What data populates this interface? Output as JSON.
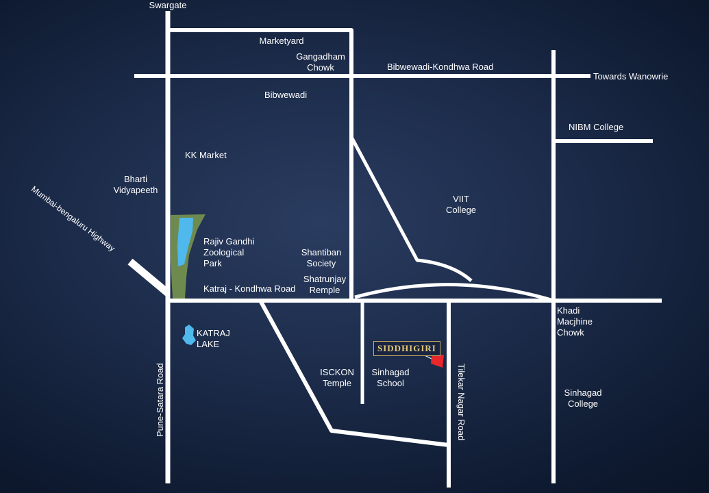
{
  "places": {
    "swargate": "Swargate",
    "marketyard": "Marketyard",
    "gangadham_chowk": [
      "Gangadham",
      "Chowk"
    ],
    "bibwewadi_kondhwa_road": "Bibwewadi-Kondhwa Road",
    "towards_wanowrie": "Towards Wanowrie",
    "bibwewadi": "Bibwewadi",
    "nibm_college": "NIBM College",
    "kk_market": "KK Market",
    "bharti_vidyapeeth": [
      "Bharti",
      "Vidyapeeth"
    ],
    "mumbai_bengaluru_highway": "Mumbai-bengaluru Highway",
    "viit_college": [
      "VIIT",
      "College"
    ],
    "rajiv_gandhi_park": [
      "Rajiv Gandhi",
      "Zoological",
      "Park"
    ],
    "shantiban_society": [
      "Shantiban",
      "Society"
    ],
    "shatrunjay_remple": [
      "Shatrunjay",
      "Remple"
    ],
    "katraj_kondhwa_road": "Katraj - Kondhwa Road",
    "khadi_macjhine_chowk": [
      "Khadi",
      "Macjhine",
      "Chowk"
    ],
    "katraj_lake": [
      "KATRAJ",
      "LAKE"
    ],
    "pune_satara_road": "Pune-Satara Road",
    "iskcon_temple": [
      "ISCKON",
      "Temple"
    ],
    "sinhagad_school": [
      "Sinhagad",
      "School"
    ],
    "tilekar_nagar_road": "Tilekar Nagar Road",
    "sinhagad_college": [
      "Sinhagad",
      "College"
    ]
  },
  "project": {
    "name": "SIDDHIGIRI",
    "marker_color": "#e8282a",
    "frame_color": "#c9ad62"
  },
  "colors": {
    "road": "#ffffff",
    "park": "#6e8a4e",
    "water": "#4fb8ec",
    "text": "#ffffff"
  }
}
